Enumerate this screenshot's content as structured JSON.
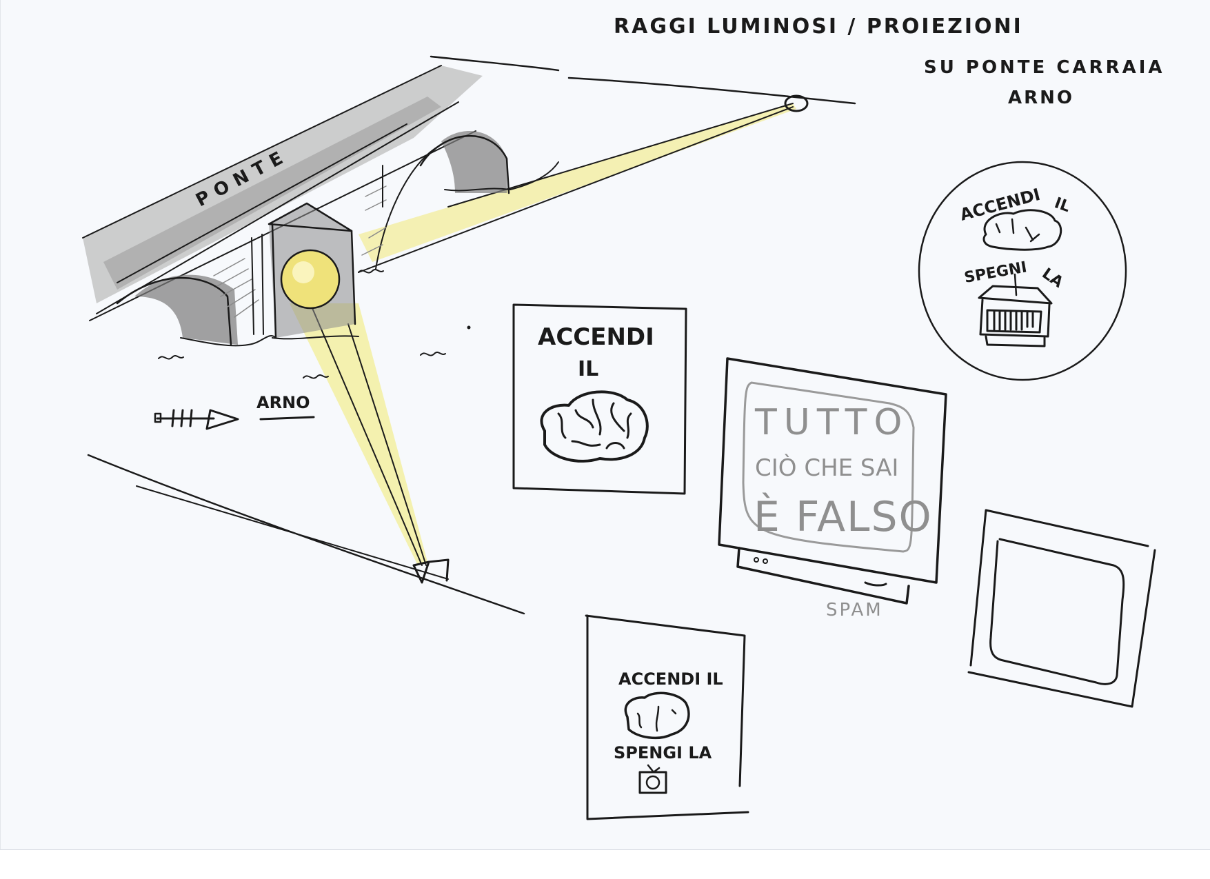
{
  "sketch": {
    "title": "RAGGI LUMINOSI / PROIEZIONI",
    "subtitle_line1": "SU PONTE CARRAIA",
    "subtitle_line2": "ARNO",
    "bridge_label": "PONTE",
    "river_label": "ARNO",
    "colors": {
      "paper": "#f7f9fc",
      "ink": "#1a1a1a",
      "pencil_grey": "#8a8a8a",
      "light_beam_yellow": "#f3efa6",
      "lamp_yellow": "#efe27a"
    }
  },
  "circle_badge": {
    "line1": "ACCENDI",
    "line1b": "IL",
    "icon_top": "brain-icon",
    "line2": "SPEGNI",
    "line2b": "LA",
    "icon_bottom": "television-icon"
  },
  "poster_brain": {
    "line1": "ACCENDI",
    "line2": "IL",
    "icon": "brain-icon"
  },
  "tv_screen": {
    "line1": "TUTTO",
    "line2": "CIÒ CHE SAI",
    "line3": "È FALSO",
    "caption": "SPAM"
  },
  "empty_frame": {
    "icon": "empty-screen-frame"
  },
  "poster_small": {
    "line1": "ACCENDI IL",
    "icon_top": "brain-icon",
    "line2": "SPENGI LA",
    "icon_bottom": "television-icon"
  }
}
